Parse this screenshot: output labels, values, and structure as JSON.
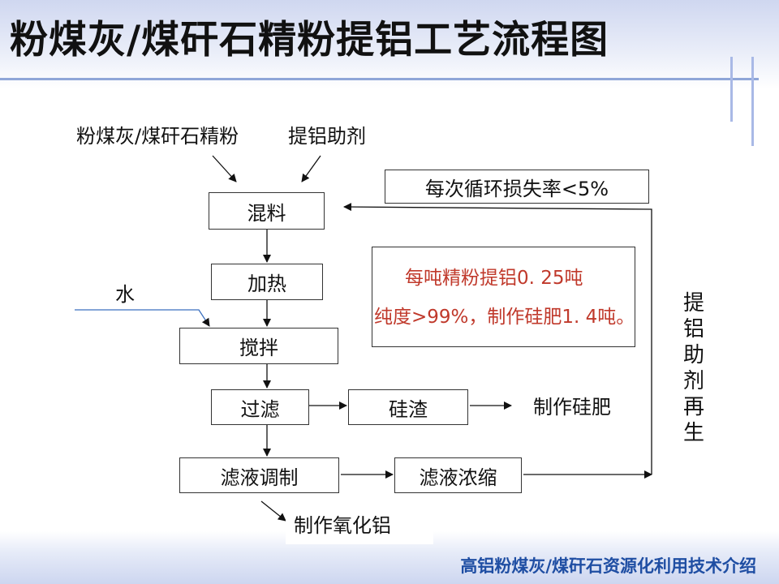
{
  "title": "粉煤灰/煤矸石精粉提铝工艺流程图",
  "inputs": {
    "raw_material": "粉煤灰/煤矸石精粉",
    "additive": "提铝助剂",
    "water": "水"
  },
  "steps": {
    "mixing": "混料",
    "heating": "加热",
    "stirring": "搅拌",
    "filtering": "过滤",
    "filtrate_adjust": "滤液调制",
    "silica_residue": "硅渣",
    "filtrate_concentrate": "滤液浓缩"
  },
  "outputs": {
    "silicon_fertilizer": "制作硅肥",
    "alumina": "制作氧化铝"
  },
  "loss_note": "每次循环损失率<5%",
  "recycle_label": "提铝助剂再生",
  "yield_note": {
    "line1": "每吨精粉提铝0. 25吨",
    "line2": "纯度>99%，制作硅肥1. 4吨。"
  },
  "footer": "高铝粉煤灰/煤矸石资源化利用技术介绍",
  "colors": {
    "note_text": "#c0392b",
    "footer_text": "#1f4ea3",
    "header_band": "#cfd7f0"
  }
}
